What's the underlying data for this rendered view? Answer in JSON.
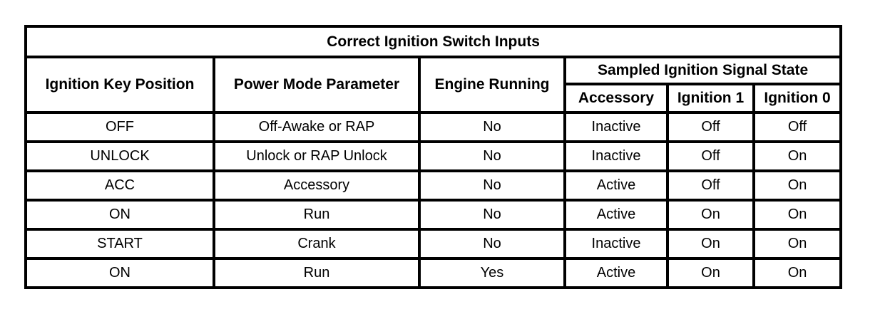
{
  "page": {
    "background_color": "#ffffff",
    "border_color": "#000000",
    "text_color": "#000000"
  },
  "table": {
    "title": "Correct Ignition Switch Inputs",
    "headers": {
      "key_position": "Ignition Key Position",
      "power_mode": "Power Mode Parameter",
      "engine_running": "Engine Running",
      "signal_group": "Sampled Ignition Signal State",
      "accessory": "Accessory",
      "ignition1": "Ignition 1",
      "ignition0": "Ignition 0"
    },
    "rows": [
      {
        "key_position": "OFF",
        "power_mode": "Off-Awake or RAP",
        "engine_running": "No",
        "accessory": "Inactive",
        "ignition1": "Off",
        "ignition0": "Off"
      },
      {
        "key_position": "UNLOCK",
        "power_mode": "Unlock or RAP Unlock",
        "engine_running": "No",
        "accessory": "Inactive",
        "ignition1": "Off",
        "ignition0": "On"
      },
      {
        "key_position": "ACC",
        "power_mode": "Accessory",
        "engine_running": "No",
        "accessory": "Active",
        "ignition1": "Off",
        "ignition0": "On"
      },
      {
        "key_position": "ON",
        "power_mode": "Run",
        "engine_running": "No",
        "accessory": "Active",
        "ignition1": "On",
        "ignition0": "On"
      },
      {
        "key_position": "START",
        "power_mode": "Crank",
        "engine_running": "No",
        "accessory": "Inactive",
        "ignition1": "On",
        "ignition0": "On"
      },
      {
        "key_position": "ON",
        "power_mode": "Run",
        "engine_running": "Yes",
        "accessory": "Active",
        "ignition1": "On",
        "ignition0": "On"
      }
    ]
  }
}
